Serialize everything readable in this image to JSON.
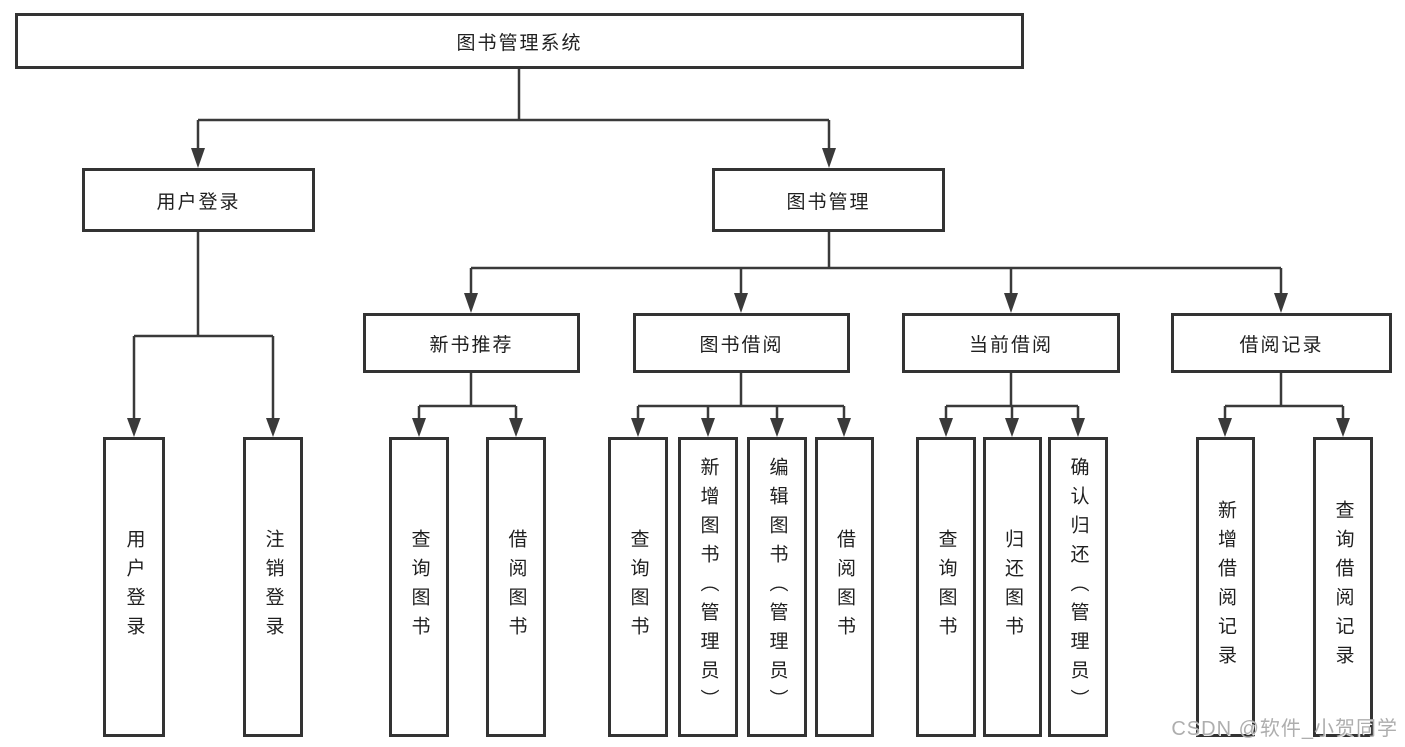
{
  "diagram": {
    "title": "图书管理系统",
    "root": {
      "label": "图书管理系统"
    },
    "level2": [
      {
        "label": "用户登录"
      },
      {
        "label": "图书管理"
      }
    ],
    "level3": [
      {
        "label": "新书推荐"
      },
      {
        "label": "图书借阅"
      },
      {
        "label": "当前借阅"
      },
      {
        "label": "借阅记录"
      }
    ],
    "leaves": {
      "user_login": [
        "用户登录",
        "注销登录"
      ],
      "new_book": [
        "查询图书",
        "借阅图书"
      ],
      "book_borrow": [
        "查询图书",
        "新增图书（管理员）",
        "编辑图书（管理员）",
        "借阅图书"
      ],
      "current_borrow": [
        "查询图书",
        "归还图书",
        "确认归还（管理员）"
      ],
      "borrow_records": [
        "新增借阅记录",
        "查询借阅记录"
      ]
    },
    "colors": {
      "line": "#3a3a3a",
      "box_border": "#333333",
      "box_fill": "#ffffff",
      "text": "#1f1f1f",
      "watermark": "#aeaeae"
    }
  },
  "watermark": {
    "text": "CSDN @软件_小贺同学"
  }
}
